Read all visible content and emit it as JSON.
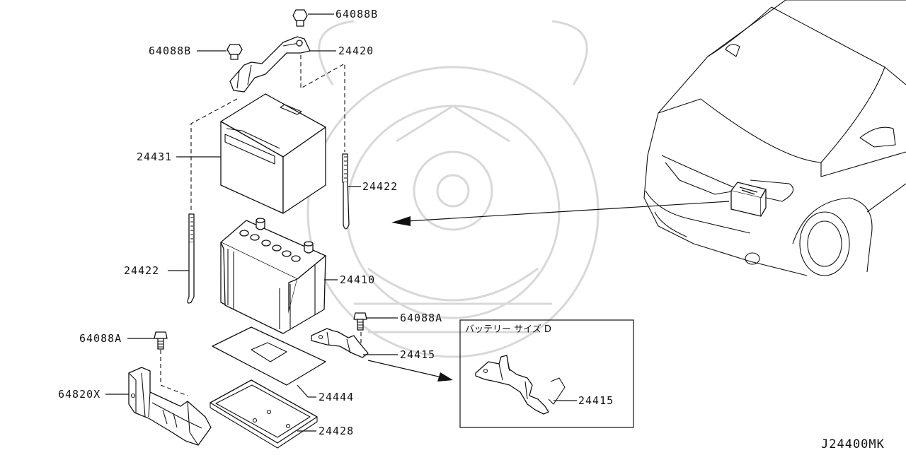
{
  "diagram": {
    "code": "J24400MK",
    "inset_title": "バッテリー サイズ D",
    "callouts": {
      "nut_top": "64088B",
      "nut_left": "64088B",
      "hold_frame": "24420",
      "battery_cover": "24431",
      "rod_right": "24422",
      "rod_left": "24422",
      "battery": "24410",
      "bolt_mid": "64088A",
      "bracket": "24415",
      "bolt_left": "64088A",
      "support": "64820X",
      "pad": "24444",
      "tray": "24428",
      "bracket_inset": "24415"
    }
  }
}
